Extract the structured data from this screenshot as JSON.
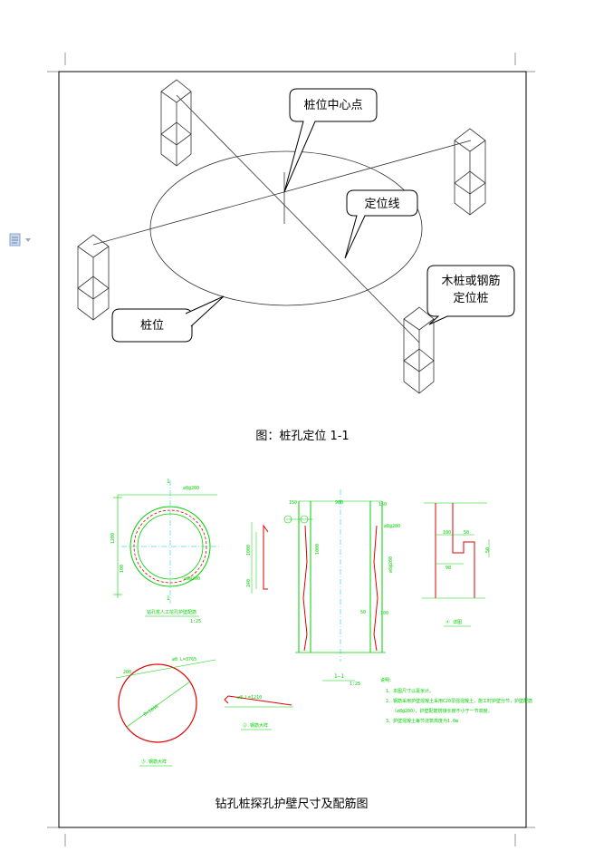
{
  "figure1": {
    "callout_center": "桩位中心点",
    "callout_line": "定位线",
    "callout_stake_line1": "木桩或钢筋",
    "callout_stake_line2": "定位桩",
    "callout_pile": "桩位",
    "caption": "图：桩孔定位 1-1"
  },
  "figure2": {
    "caption": "钻孔桩探孔护壁尺寸及配筋图",
    "plan_section_mark_top": "1",
    "plan_section_mark_bottom": "1",
    "plan_rebar_top": "⌀8@200",
    "plan_rebar_bottom": "⌀8@200",
    "plan_dim_width": "1200",
    "plan_dim_offset": "100",
    "plan_title": "钻孔桩人工挖孔护壁配筋",
    "plan_scale": "1:25",
    "sec_dim_top_left": "150",
    "sec_dim_top_mid": "900",
    "sec_dim_top_right": "150",
    "sec_dim_height": "1000",
    "sec_rebar_right_1": "⌀8@200",
    "sec_rebar_right_2": "⌀8@200",
    "sec_dim_50": "50",
    "sec_dim_100": "100",
    "sec_title": "1—1",
    "sec_scale": "1:25",
    "bar1_dim_long": "1000",
    "bar1_dim_short": "240",
    "detail_dim_100": "100",
    "detail_dim_50": "50",
    "detail_dim_98": "98",
    "detail_dim_side": "50",
    "detail_title": "④ 详图",
    "ring_label_top": "⌀8 L=3765",
    "ring_label_small": "200",
    "ring_label_diameter": "D=1040",
    "ring_title": "③ 钢筋大样",
    "bar2_label": "⌀8 L=1210",
    "bar2_title": "② 钢筋大样",
    "notes_title": "说明：",
    "note_1": "1、本图尺寸以毫米计。",
    "note_2": "2、钢筋采用护壁混凝土采用C20早强混凝土，施工时护壁分节，护壁配筋",
    "note_2b": "（⌀8@200），护壁配筋搭接长度不小于一节高度。",
    "note_3": "3、护壁混凝土每节浇筑高度为1.0m"
  },
  "colors": {
    "cad_green": "#00d000",
    "cad_red": "#e00000",
    "cad_cyan": "#00c0d0",
    "cad_blue": "#4060ff"
  },
  "icons": {
    "left_margin": "document-icon"
  }
}
